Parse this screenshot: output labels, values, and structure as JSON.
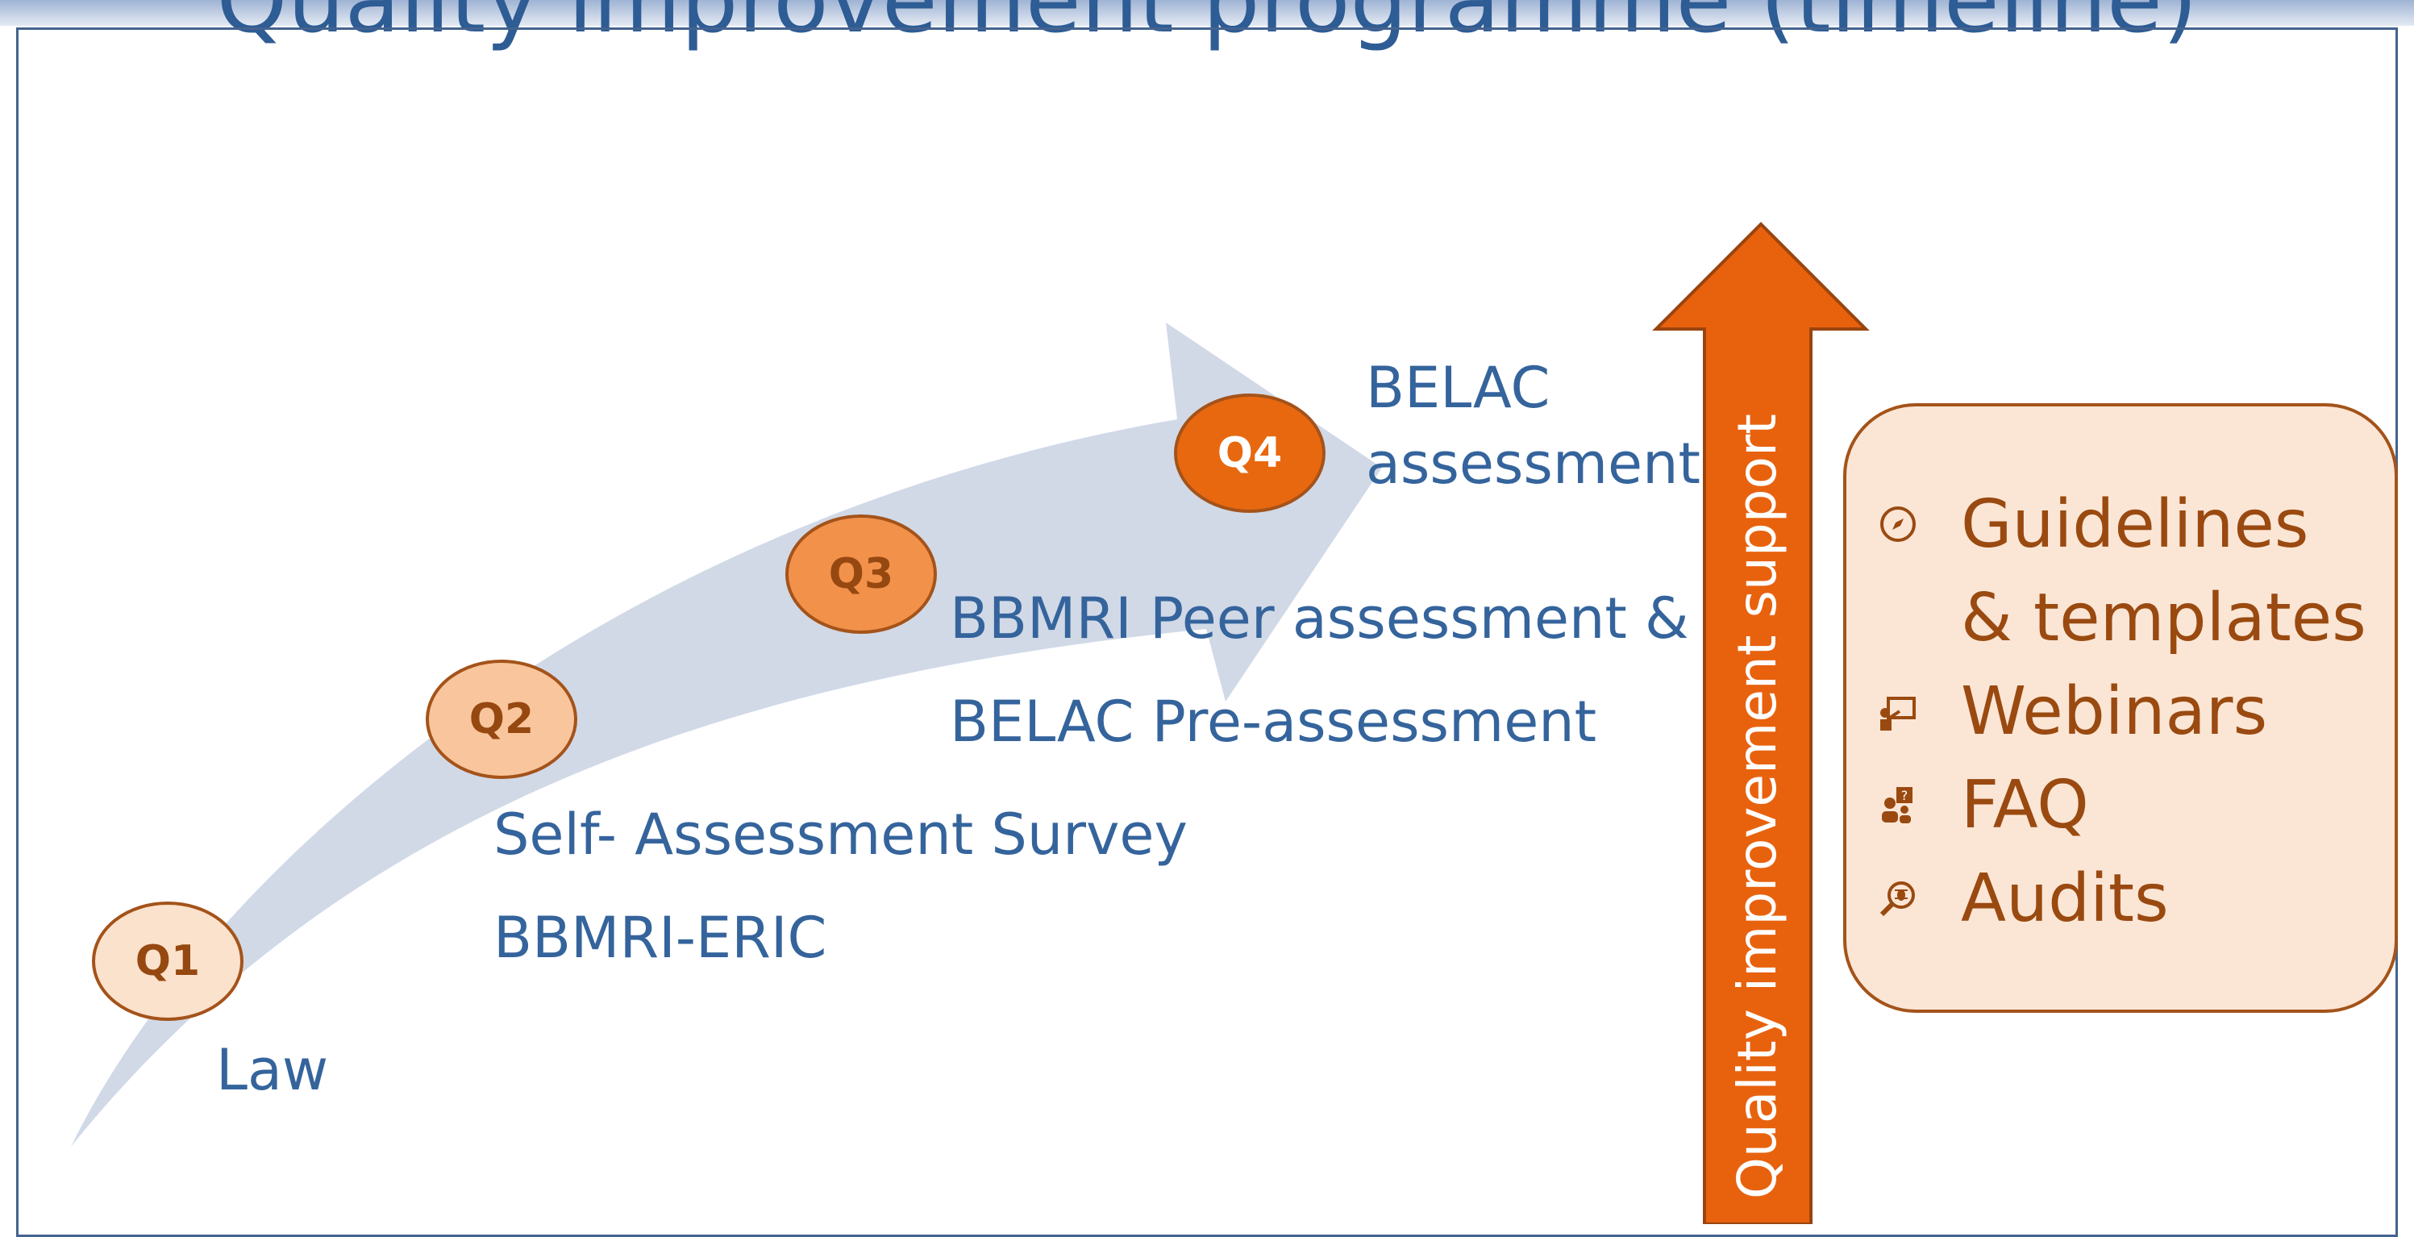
{
  "title": "Quality improvement programme (timeline)",
  "phases": [
    {
      "badge": "Q1",
      "label": "Law"
    },
    {
      "badge": "Q2",
      "label_line1": "Self- Assessment Survey",
      "label_line2": "BBMRI-ERIC"
    },
    {
      "badge": "Q3",
      "label_line1": "BBMRI Peer assessment &",
      "label_line2": "BELAC Pre-assessment"
    },
    {
      "badge": "Q4",
      "label_line1": "BELAC",
      "label_line2": "assessment"
    }
  ],
  "support_arrow": {
    "label": "Quality improvement support",
    "color": "#e8620e"
  },
  "support_box": {
    "items": [
      {
        "icon": "compass-icon",
        "line1": "Guidelines",
        "line2": "& templates"
      },
      {
        "icon": "presentation-icon",
        "line1": "Webinars"
      },
      {
        "icon": "question-person-icon",
        "line1": "FAQ"
      },
      {
        "icon": "magnifier-bug-icon",
        "line1": "Audits"
      }
    ]
  },
  "colors": {
    "text_blue": "#35649c",
    "curve_fill": "#d1d9e7",
    "q1": "#fbe2cd",
    "q2": "#f9c59c",
    "q3": "#f2914a",
    "q4": "#e8680f",
    "badge_border": "#a4531a",
    "badge_text": "#964811",
    "box_fill": "#fbe6d6"
  }
}
